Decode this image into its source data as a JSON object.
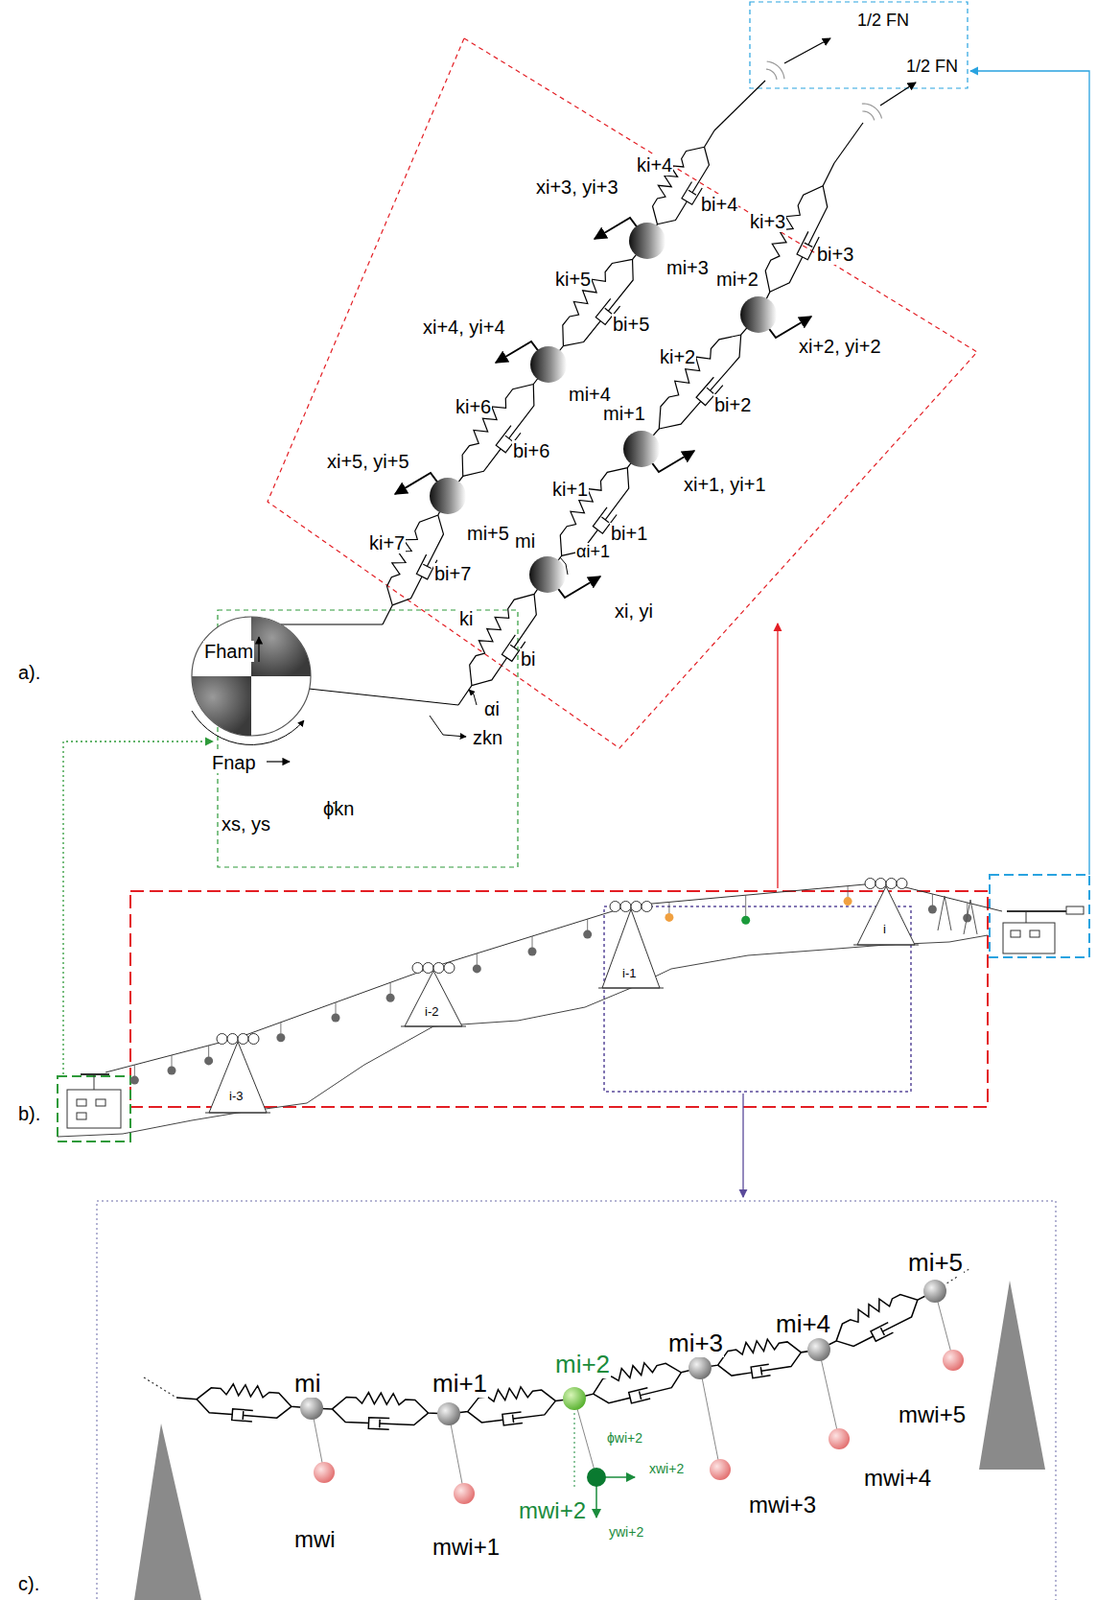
{
  "diagram": {
    "labels": [
      "1/2 FN",
      "1/2 FN",
      "ki+4",
      "bi+4",
      "xi+3, yi+3",
      "mi+3",
      "ki+3",
      "bi+3",
      "ki+5",
      "bi+5",
      "mi+2",
      "xi+2, yi+2",
      "xi+4, yi+4",
      "mi+4",
      "ki+2",
      "bi+2",
      "mi+1",
      "xi+1, yi+1",
      "ki+6",
      "bi+6",
      "xi+5, yi+5",
      "mi+5",
      "ki+1",
      "bi+1",
      "mi",
      "αi+1",
      "xi, yi",
      "ki+7",
      "bi+7",
      "ki",
      "bi",
      "Fham",
      "αi",
      "zkn",
      "Fnap",
      "ϕ̇kn",
      "xs, ys",
      "a).",
      "b).",
      "c).",
      "i-3",
      "i-2",
      "i-1",
      "i",
      "mi",
      "mi+1",
      "mi+2",
      "mi+3",
      "mi+4",
      "mi+5",
      "mwi",
      "mwi+1",
      "mwi+2",
      "mwi+3",
      "mwi+4",
      "mwi+5",
      "ϕwi+2",
      "xwi+2",
      "ywi+2"
    ]
  }
}
